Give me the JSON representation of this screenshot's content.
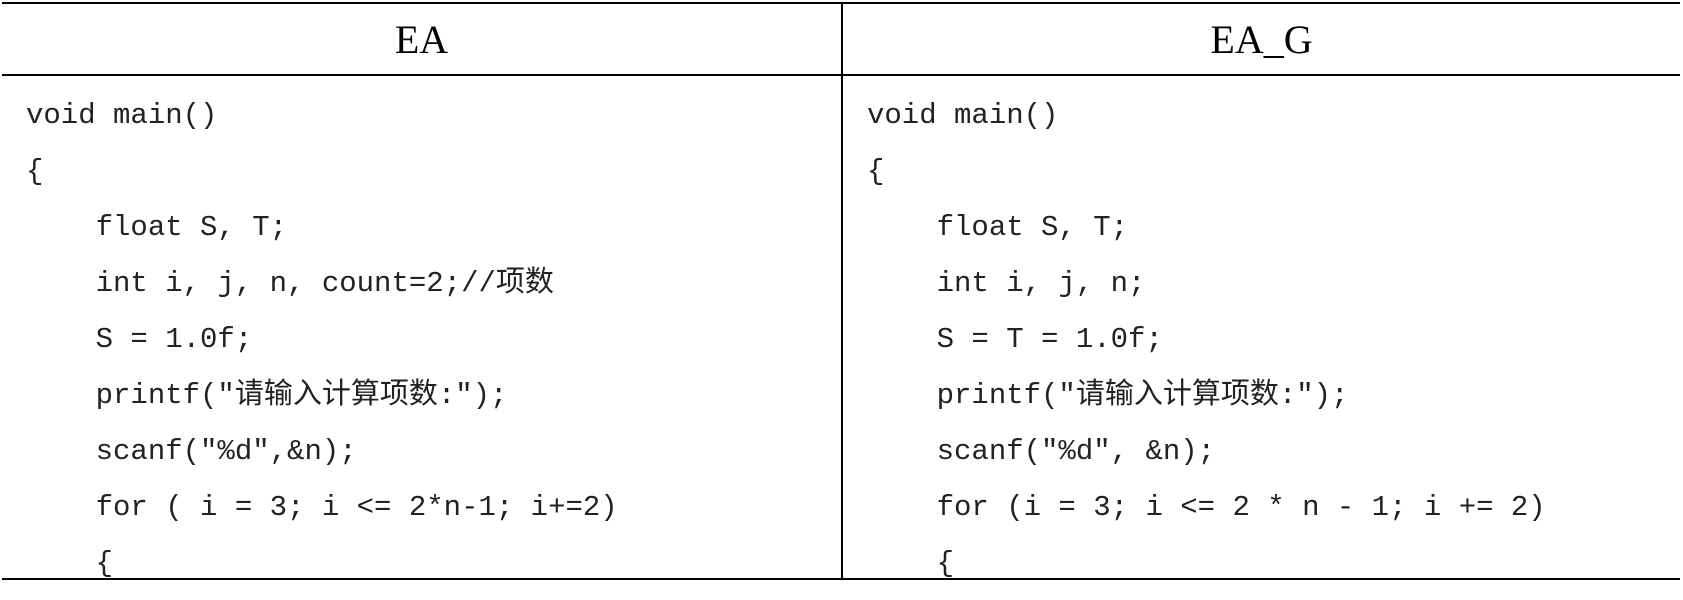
{
  "columns": [
    {
      "header": "EA",
      "lines": [
        "void main()",
        "{",
        "    float S, T;",
        "    int i, j, n, count=2;//项数",
        "    S = 1.0f;",
        "    printf(\"请输入计算项数:\");",
        "    scanf(\"%d\",&n);",
        "    for ( i = 3; i <= 2*n-1; i+=2)",
        "    {"
      ]
    },
    {
      "header": "EA_G",
      "lines": [
        "void main()",
        "{",
        "    float S, T;",
        "    int i, j, n;",
        "    S = T = 1.0f;",
        "    printf(\"请输入计算项数:\");",
        "    scanf(\"%d\", &n);",
        "    for (i = 3; i <= 2 * n - 1; i += 2)",
        "    {"
      ]
    }
  ]
}
